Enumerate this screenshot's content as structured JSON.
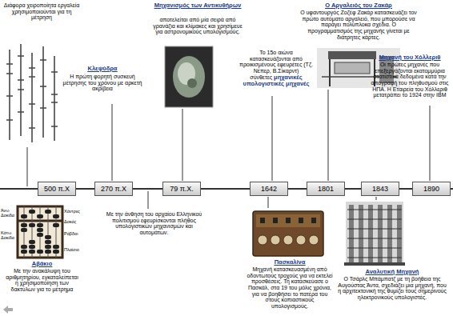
{
  "diagram": {
    "nodes": [
      {
        "text": [
          "500 π.Χ"
        ]
      },
      {
        "text": [
          "270 π.Χ"
        ]
      },
      {
        "text": [
          "79 π.Χ."
        ]
      },
      {
        "text": [
          "1642"
        ]
      },
      {
        "text": [
          "1801"
        ]
      },
      {
        "text": [
          "1843"
        ]
      },
      {
        "text": [
          "1890"
        ]
      }
    ],
    "edges": [
      {
        "from": 0,
        "to": 1,
        "arrow": "none"
      },
      {
        "from": 1,
        "to": 2,
        "arrow": "none"
      },
      {
        "from": 2,
        "to": 3,
        "arrow": "none"
      },
      {
        "from": 3,
        "to": 4,
        "arrow": "none"
      },
      {
        "from": 4,
        "to": 5,
        "arrow": "none"
      },
      {
        "from": 5,
        "to": 6,
        "arrow": "none"
      }
    ],
    "labels": [
      "Διάφορα χειροποίητα εργαλεία χρησιμοποιούνται για τη μέτρηση",
      "Κλεψύδρα",
      "Η πρώτη φορητή συσκευή μέτρησης του χρόνου με αρκετή ακρίβεια",
      "Μηχανισμός των Αντικυθήρων",
      "αποτελείται από μία σειρά από γρανάζια και κλίμακες και χρησίμευε για αστρονομικούς υπολογισμούς.",
      "Το 15ο αιώνα κατασκευάζονται από προικισμένους εφευρέτες (Τζ. Νέπερ, Β.Σίκαρντ) σύνθετες",
      "μηχανικές υπολογιστικές μηχανές",
      "Ο Αργαλειός του Ζακάρ",
      "Ο υφαντουργός Ζοζέφ Ζακάρ κατασκευάζει τον πρώτο αυτόματο αργαλειό, που μπορούσε να παράγει πολύπλοκα σχέδια. Ο προγραμματισμός της μηχανής γίνεται με διάτρητες κάρτες.",
      "Μηχανή του Χόλλεριθ",
      "Οι πρώτες μηχανές που επεξεργάζονται εκατομμύρια στατιστικά δεδομένα κατά την απογραφή του πληθυσμού στις ΗΠΑ. Η Εταιρεία του Χόλλεριθ μετατράπει το 1924 στην IBM",
      "Άνω Δοκίδα",
      "Κάτω Δοκίδα",
      "Χάντρες",
      "Δοκός",
      "Ράβδοι",
      "Πλαίσιο",
      "Αβάκιο",
      "Με την ανακάλυψη του αριθμητηρίου, εγκαταλείπεται η χρησιμοποίηση των δακτύλων για το μέτρημα",
      "Με την άνθηση του αρχαίου Ελληνικού πολιτισμού εφευρίσκονται πλήθος υπολογιστικών μηχανισμών και αυτομάτων.",
      "Πασκαλίνα",
      "Μηχανή κατασκευασμένη από οδοντωτούς τροχούς για να εκτελεί προσθέσεις. Τη κατασκεύασε ο Πασκάλ, στα 19 του μόλις χρόνια, για να βοηθήσει το πατέρα του στους κοπιαστικούς υπολογισμούς.",
      "Αναλυτική Μηχανή",
      "Ο Τσάρλς Μπάμπατζ με τη βοήθεια της Αυγούστας Άντα, σχεδιάζει μια μηχανή, που η αρχιτεκτονική της θυμίζει τους σημερινούς ηλεκτρονικούς υπολογιστές."
    ]
  }
}
